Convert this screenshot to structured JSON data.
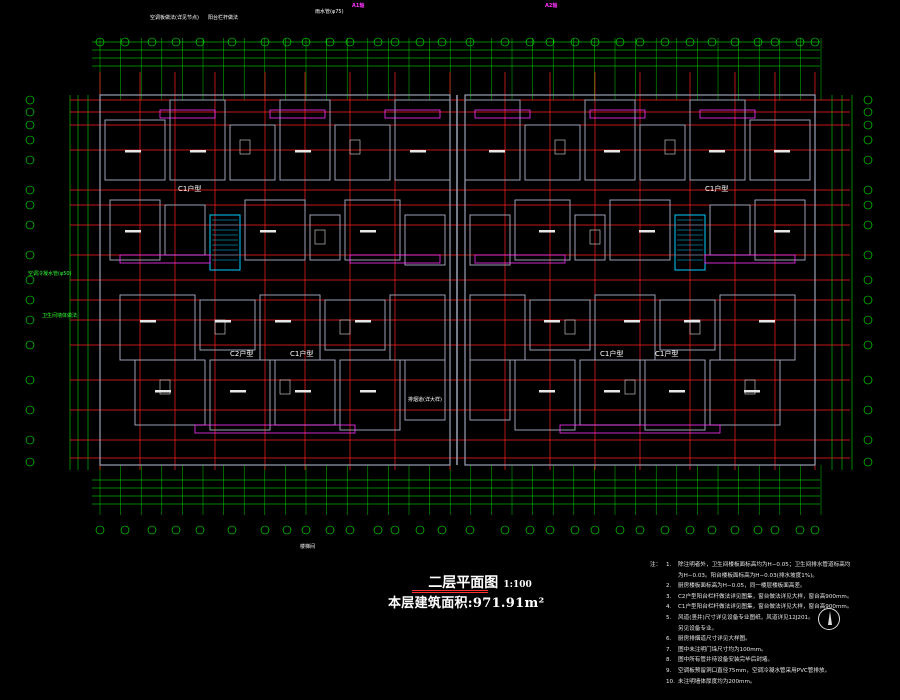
{
  "drawing": {
    "title": "二层平面图",
    "scale": "1:100",
    "area_label": "本层建筑面积:971.91m²"
  },
  "units": {
    "upper_left": "C1户型",
    "upper_right": "C1户型",
    "lower_1": "C2户型",
    "lower_2": "C1户型",
    "lower_3": "C1户型",
    "lower_4": "C1户型"
  },
  "notes": {
    "label": "注：",
    "items": [
      {
        "n": "1.",
        "text": "除注明者外，卫生间楼板面标高均为H−0.05；卫生间排水管道标高均",
        "cont": "为H−0.03。阳台楼板面标高为H−0.03(排水坡度1%)。"
      },
      {
        "n": "2.",
        "text": "厨房楼板面标高为H−0.05，同一楼层楼板面高差。",
        "cont": ""
      },
      {
        "n": "3.",
        "text": "C2户型阳台栏杆做法详见图集，窗台做法详见大样，窗台高900mm。",
        "cont": ""
      },
      {
        "n": "4.",
        "text": "C1户型阳台栏杆做法详见图集，窗台做法详见大样，窗台高900mm。",
        "cont": ""
      },
      {
        "n": "5.",
        "text": "风道(竖井)尺寸详见设备专业图纸，风道详见12J201。",
        "cont": "另见设备专业。"
      },
      {
        "n": "6.",
        "text": "厨房排烟道尺寸详见大样图。",
        "cont": ""
      },
      {
        "n": "7.",
        "text": "图中未注明门垛尺寸均为100mm。",
        "cont": ""
      },
      {
        "n": "8.",
        "text": "图中所有管井待设备安装完毕后封堵。",
        "cont": ""
      },
      {
        "n": "9.",
        "text": "空调板预留洞口直径75mm，空调冷凝水管采用PVC管排放。",
        "cont": ""
      },
      {
        "n": "10.",
        "text": "未注明墙体厚度均为200mm。",
        "cont": ""
      }
    ]
  },
  "callouts": [
    {
      "text": "空调板做法(详见节点)"
    },
    {
      "text": "阳台栏杆做法"
    },
    {
      "text": "雨水管(φ75)"
    },
    {
      "text": "空调冷凝水管(φ50)"
    },
    {
      "text": "卫生间墙体做法"
    },
    {
      "text": "排烟道(详大样)"
    },
    {
      "text": "楼梯间"
    }
  ],
  "axis_tags": {
    "left": "A1轴",
    "right": "A2轴"
  },
  "colors": {
    "background": "#000000",
    "dimension": "#00ff00",
    "axis": "#ff2222",
    "wall": "#9aa0b4",
    "fixture": "#ff33ff",
    "stair": "#00ccff",
    "text": "#ffffff"
  }
}
